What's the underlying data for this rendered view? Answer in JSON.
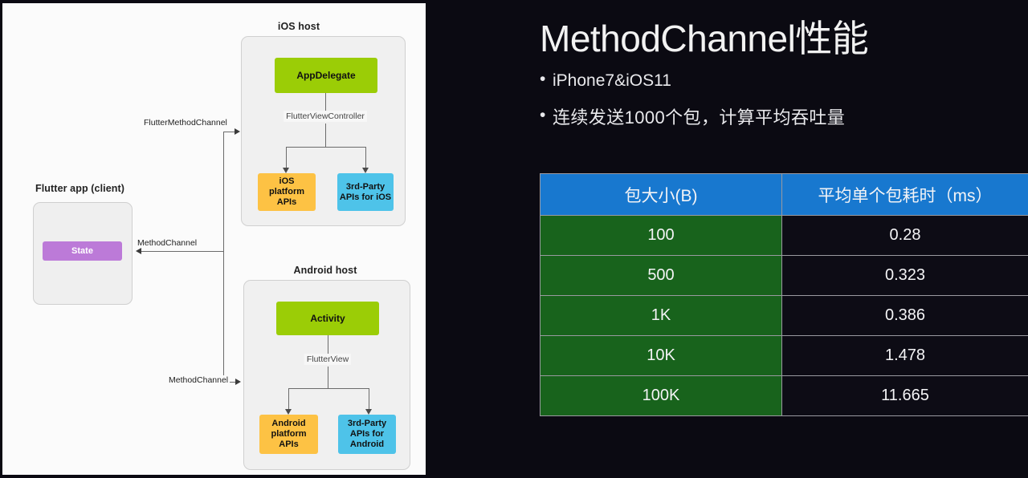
{
  "slide": {
    "title": "MethodChannel性能",
    "bullets": [
      {
        "text": "iPhone7&iOS11",
        "marker": "•"
      },
      {
        "text": "连续发送1000个包，计算平均吞吐量",
        "marker": "•"
      }
    ]
  },
  "table": {
    "headers": [
      "包大小(B)",
      "平均单个包耗时（ms）"
    ],
    "rows": [
      {
        "size": "100",
        "time": "0.28"
      },
      {
        "size": "500",
        "time": "0.323"
      },
      {
        "size": "1K",
        "time": "0.386"
      },
      {
        "size": "10K",
        "time": "1.478"
      },
      {
        "size": "100K",
        "time": "11.665"
      }
    ],
    "colors": {
      "header_bg": "#1878cf",
      "category_bg": "#18631c",
      "value_bg": "#0d0c15",
      "border": "#9a9aa0",
      "text": "#f4f4f6"
    }
  },
  "diagram": {
    "ios_host_label": "iOS host",
    "android_host_label": "Android host",
    "client_label": "Flutter app (client)",
    "client_state": "State",
    "ios": {
      "root": "AppDelegate",
      "mid": "FlutterViewController",
      "left_api": "iOS\nplatform\nAPIs",
      "left_api_lines": [
        "iOS",
        "platform",
        "APIs"
      ],
      "right_api_lines": [
        "3rd-Party",
        "APIs for iOS"
      ]
    },
    "android": {
      "root": "Activity",
      "mid": "FlutterView",
      "left_api_lines": [
        "Android",
        "platform",
        "APIs"
      ],
      "right_api_lines": [
        "3rd-Party",
        "APIs for",
        "Android"
      ]
    },
    "edges": {
      "top": "FlutterMethodChannel",
      "middle": "MethodChannel",
      "bottom": "MethodChannel"
    },
    "colors": {
      "green": "#9bcd06",
      "orange": "#fdc244",
      "cyan": "#4ec3e9",
      "purple": "#bc7ad8",
      "host_bg": "#f0f0f0",
      "panel_bg": "#fbfbfb"
    }
  }
}
